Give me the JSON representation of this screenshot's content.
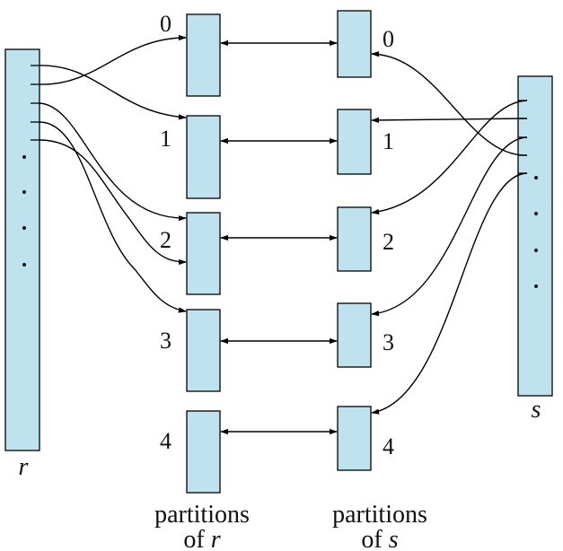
{
  "relations": {
    "r": {
      "label": "r"
    },
    "s": {
      "label": "s"
    }
  },
  "partitions_r": [
    "0",
    "1",
    "2",
    "3",
    "4"
  ],
  "partitions_s": [
    "0",
    "1",
    "2",
    "3",
    "4"
  ],
  "captions": {
    "r_line1": "partitions",
    "r_line2_prefix": "of ",
    "r_line2_var": "r",
    "s_line1": "partitions",
    "s_line2_prefix": "of ",
    "s_line2_var": "s"
  },
  "colors": {
    "box_fill": "#bfe3ee",
    "stroke": "#000000"
  }
}
